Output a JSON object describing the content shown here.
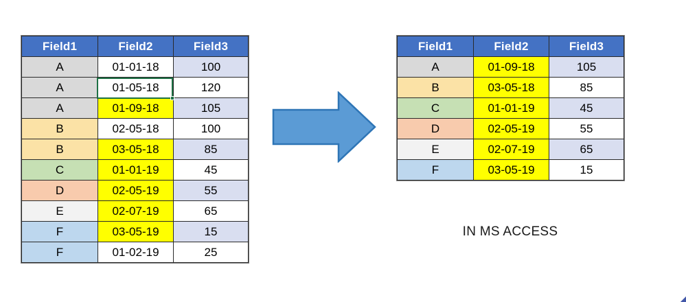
{
  "colors": {
    "header_blue": "#4472C4",
    "highlight_yellow": "#FFFF00",
    "value_red": "#FF0000",
    "arrow_fill": "#5B9BD5",
    "arrow_stroke": "#2E75B6",
    "row_grey": "#D9D9D9",
    "row_tan": "#FBE2A6",
    "row_green": "#C6E0B4",
    "row_peach": "#F8CBAD",
    "row_offwhite": "#F2F2F2",
    "row_blue": "#BDD7EE",
    "band_lavender": "#D9DEF0",
    "selection_green": "#1D7044"
  },
  "source_table": {
    "name": "source-data-table",
    "columns": [
      "Field1",
      "Field2",
      "Field3"
    ],
    "rows": [
      {
        "field1": "A",
        "field2": "01-01-18",
        "field3": "100",
        "f1_bg": "bg-grey",
        "f2_bg": "bg-plain",
        "f3_bg": "bg-lav",
        "f3_red": false
      },
      {
        "field1": "A",
        "field2": "01-05-18",
        "field3": "120",
        "f1_bg": "bg-grey",
        "f2_bg": "bg-plain",
        "f3_bg": "bg-plain",
        "f3_red": false
      },
      {
        "field1": "A",
        "field2": "01-09-18",
        "field3": "105",
        "f1_bg": "bg-grey",
        "f2_bg": "bg-yellow",
        "f3_bg": "bg-lav",
        "f3_red": true
      },
      {
        "field1": "B",
        "field2": "02-05-18",
        "field3": "100",
        "f1_bg": "bg-tan",
        "f2_bg": "bg-plain",
        "f3_bg": "bg-plain",
        "f3_red": false
      },
      {
        "field1": "B",
        "field2": "03-05-18",
        "field3": "85",
        "f1_bg": "bg-tan",
        "f2_bg": "bg-yellow",
        "f3_bg": "bg-lav",
        "f3_red": true
      },
      {
        "field1": "C",
        "field2": "01-01-19",
        "field3": "45",
        "f1_bg": "bg-green",
        "f2_bg": "bg-yellow",
        "f3_bg": "bg-plain",
        "f3_red": true
      },
      {
        "field1": "D",
        "field2": "02-05-19",
        "field3": "55",
        "f1_bg": "bg-peach",
        "f2_bg": "bg-yellow",
        "f3_bg": "bg-lav",
        "f3_red": true
      },
      {
        "field1": "E",
        "field2": "02-07-19",
        "field3": "65",
        "f1_bg": "bg-white2",
        "f2_bg": "bg-yellow",
        "f3_bg": "bg-plain",
        "f3_red": true
      },
      {
        "field1": "F",
        "field2": "03-05-19",
        "field3": "15",
        "f1_bg": "bg-blue",
        "f2_bg": "bg-yellow",
        "f3_bg": "bg-lav",
        "f3_red": true
      },
      {
        "field1": "F",
        "field2": "01-02-19",
        "field3": "25",
        "f1_bg": "bg-blue",
        "f2_bg": "bg-plain",
        "f3_bg": "bg-plain",
        "f3_red": false
      }
    ]
  },
  "result_table": {
    "name": "result-data-table",
    "columns": [
      "Field1",
      "Field2",
      "Field3"
    ],
    "rows": [
      {
        "field1": "A",
        "field2": "01-09-18",
        "field3": "105",
        "f1_bg": "bg-grey",
        "f2_bg": "bg-yellow",
        "f3_bg": "bg-lav",
        "f3_red": true
      },
      {
        "field1": "B",
        "field2": "03-05-18",
        "field3": "85",
        "f1_bg": "bg-tan",
        "f2_bg": "bg-yellow",
        "f3_bg": "bg-plain",
        "f3_red": true
      },
      {
        "field1": "C",
        "field2": "01-01-19",
        "field3": "45",
        "f1_bg": "bg-green",
        "f2_bg": "bg-yellow",
        "f3_bg": "bg-lav",
        "f3_red": true
      },
      {
        "field1": "D",
        "field2": "02-05-19",
        "field3": "55",
        "f1_bg": "bg-peach",
        "f2_bg": "bg-yellow",
        "f3_bg": "bg-plain",
        "f3_red": true
      },
      {
        "field1": "E",
        "field2": "02-07-19",
        "field3": "65",
        "f1_bg": "bg-white2",
        "f2_bg": "bg-yellow",
        "f3_bg": "bg-lav",
        "f3_red": true
      },
      {
        "field1": "F",
        "field2": "03-05-19",
        "field3": "15",
        "f1_bg": "bg-blue",
        "f2_bg": "bg-yellow",
        "f3_bg": "bg-plain",
        "f3_red": true
      }
    ]
  },
  "arrow": {
    "icon": "right-arrow-icon"
  },
  "caption": {
    "text": "IN MS ACCESS"
  },
  "selection": {
    "cell_value": "01-05-18"
  }
}
